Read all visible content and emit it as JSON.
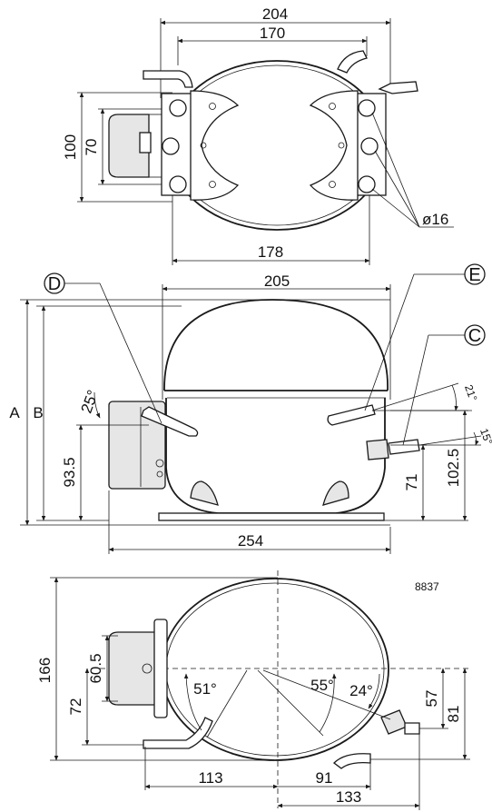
{
  "top_view": {
    "dims": {
      "w204": "204",
      "w170": "170",
      "h100": "100",
      "h70": "70",
      "w178": "178",
      "hole": "ø16"
    }
  },
  "side_view": {
    "callouts": {
      "d": "D",
      "e": "E",
      "c": "C"
    },
    "dims": {
      "a": "A",
      "b": "B",
      "w205": "205",
      "h93": "93.5",
      "ang25": "25°",
      "ang21": "21°",
      "ang15": "15°",
      "h71": "71",
      "h102": "102.5",
      "w254": "254"
    }
  },
  "bottom_view": {
    "code": "8837",
    "dims": {
      "h166": "166",
      "h60": "60.5",
      "h72": "72",
      "ang51": "51°",
      "ang55": "55°",
      "ang24": "24°",
      "h57": "57",
      "h81": "81",
      "w113": "113",
      "w91": "91",
      "w133": "133"
    }
  }
}
